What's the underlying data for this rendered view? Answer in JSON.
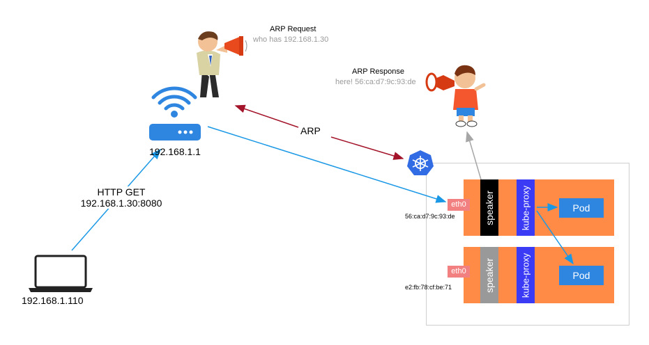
{
  "router": {
    "ip": "192.168.1.1"
  },
  "laptop": {
    "ip": "192.168.1.110"
  },
  "http": {
    "line1": "HTTP GET",
    "line2": "192.168.1.30:8080"
  },
  "arp": {
    "label": "ARP",
    "request_title": "ARP Request",
    "request_text": "who has 192.168.1.30",
    "response_title": "ARP Response",
    "response_text": "here! 56:ca:d7:9c:93:de"
  },
  "nodes": [
    {
      "eth": "eth0",
      "mac": "56:ca:d7:9c:93:de",
      "speaker": "speaker",
      "proxy": "kube-proxy",
      "pod": "Pod",
      "speaker_color": "#000000"
    },
    {
      "eth": "eth0",
      "mac": "e2:fb:78:cf:be:71",
      "speaker": "speaker",
      "proxy": "kube-proxy",
      "pod": "Pod",
      "speaker_color": "#999999"
    }
  ],
  "colors": {
    "node_bg": "#ff8b47",
    "eth_bg": "#f28080",
    "kube_proxy_bg": "#3b3bf5",
    "pod_bg": "#2f86e0",
    "arrow_blue": "#1a98e6",
    "arrow_red": "#a3142a",
    "arrow_grey": "#a6a6a6",
    "kubernetes_logo": "#326ce5"
  },
  "icons": [
    "wifi-router-icon",
    "laptop-icon",
    "man-megaphone-icon",
    "boy-megaphone-icon",
    "kubernetes-logo-icon"
  ]
}
